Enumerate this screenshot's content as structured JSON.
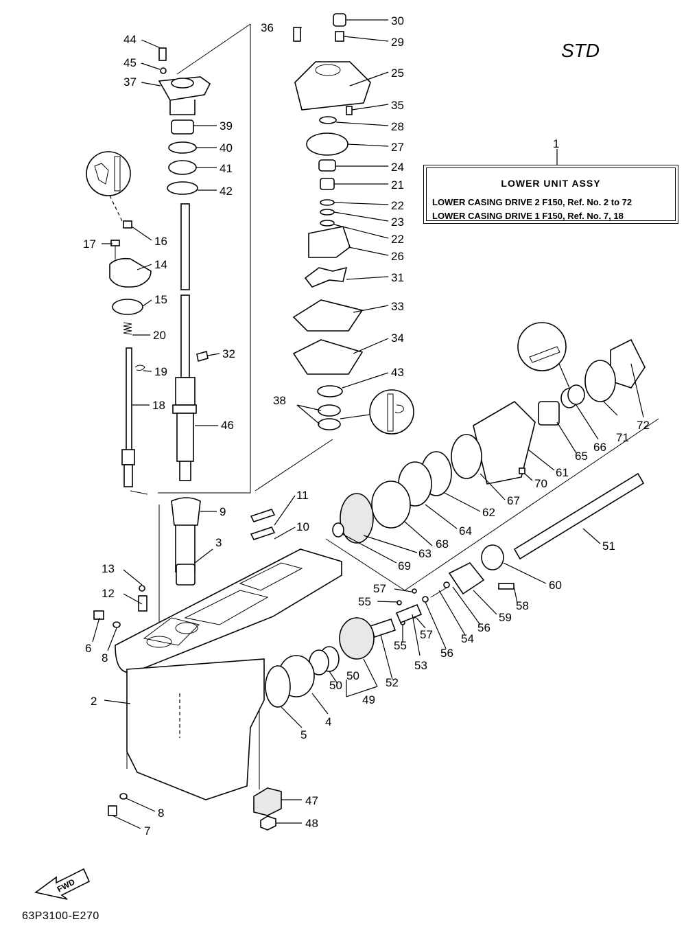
{
  "header": {
    "variant": "STD"
  },
  "assembly": {
    "ref": "1",
    "title": "LOWER UNIT ASSY",
    "lines": [
      "LOWER CASING DRIVE 2 F150, Ref. No. 2 to 72",
      "LOWER CASING DRIVE 1 F150, Ref. No. 7, 18"
    ]
  },
  "fwd_label": "FWD",
  "diagram_code": "63P3100-E270",
  "parts": {
    "p2": "2",
    "p3": "3",
    "p4": "4",
    "p5": "5",
    "p6": "6",
    "p7": "7",
    "p8a": "8",
    "p8b": "8",
    "p9": "9",
    "p10": "10",
    "p11": "11",
    "p12": "12",
    "p13": "13",
    "p14": "14",
    "p15": "15",
    "p16": "16",
    "p17": "17",
    "p18": "18",
    "p19": "19",
    "p20": "20",
    "p21": "21",
    "p22a": "22",
    "p22b": "22",
    "p23": "23",
    "p24": "24",
    "p25": "25",
    "p26": "26",
    "p27": "27",
    "p28": "28",
    "p29": "29",
    "p30": "30",
    "p31": "31",
    "p32": "32",
    "p33": "33",
    "p34": "34",
    "p35": "35",
    "p36": "36",
    "p37": "37",
    "p38": "38",
    "p39": "39",
    "p40": "40",
    "p41": "41",
    "p42": "42",
    "p43": "43",
    "p44": "44",
    "p45": "45",
    "p46": "46",
    "p47": "47",
    "p48": "48",
    "p49": "49",
    "p50a": "50",
    "p50b": "50",
    "p51": "51",
    "p52": "52",
    "p53": "53",
    "p54": "54",
    "p55a": "55",
    "p55b": "55",
    "p56a": "56",
    "p56b": "56",
    "p57a": "57",
    "p57b": "57",
    "p58": "58",
    "p59": "59",
    "p60": "60",
    "p61": "61",
    "p62": "62",
    "p63": "63",
    "p64": "64",
    "p65": "65",
    "p66": "66",
    "p67": "67",
    "p68": "68",
    "p69": "69",
    "p70": "70",
    "p71": "71",
    "p72": "72"
  }
}
